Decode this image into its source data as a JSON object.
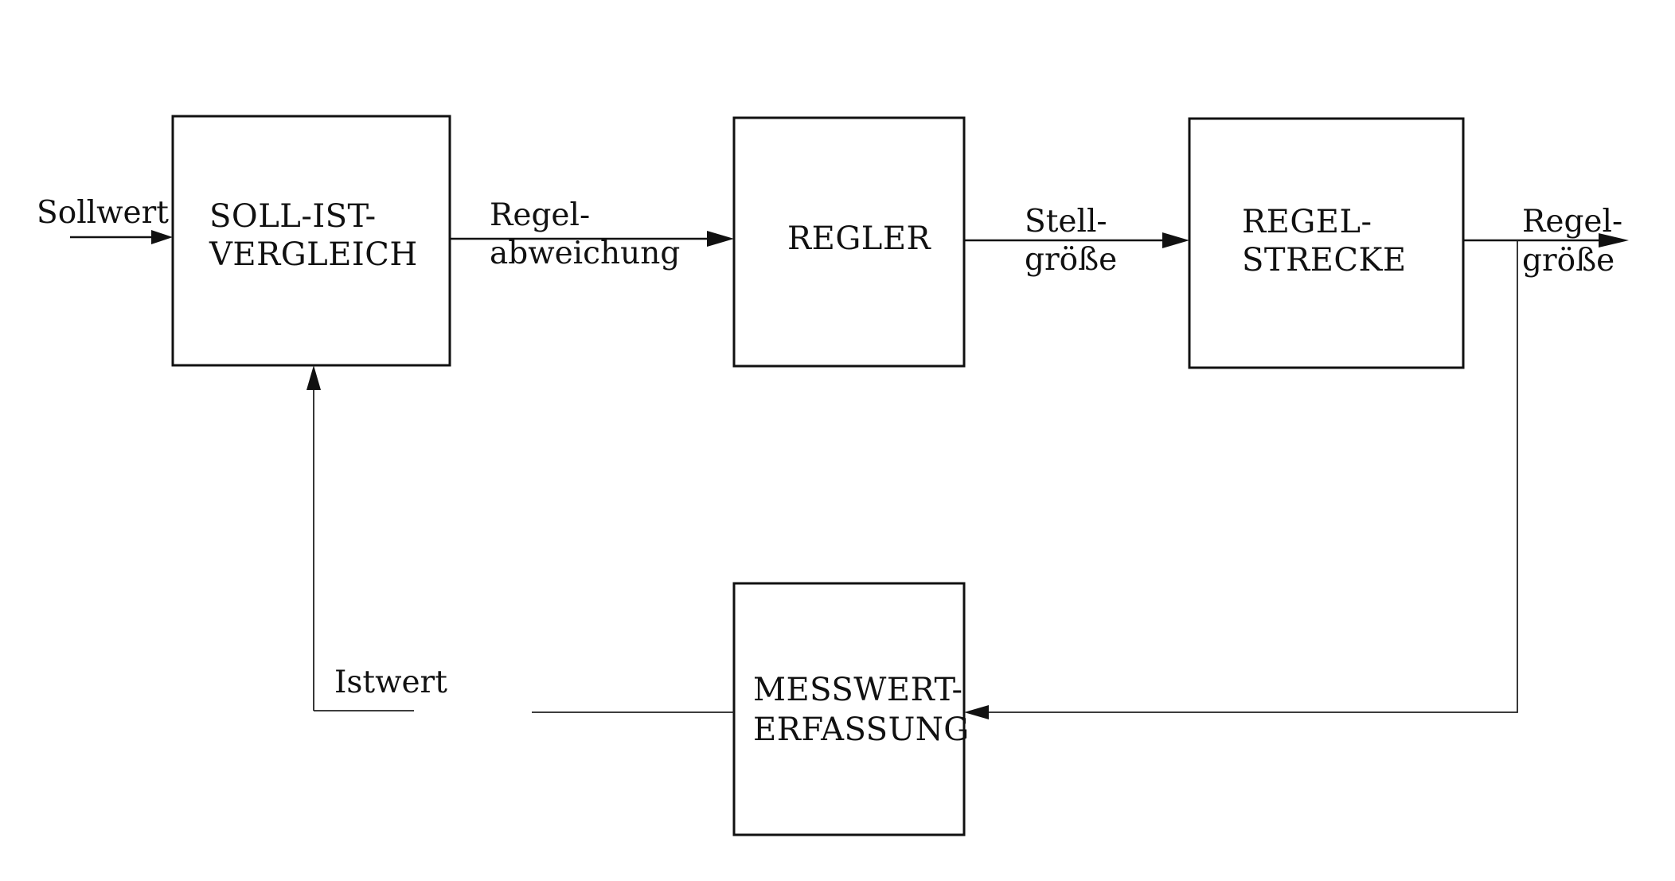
{
  "blocks": {
    "soll_ist_vergleich": {
      "line1": "SOLL-IST-",
      "line2": "VERGLEICH"
    },
    "regler": {
      "line1": "REGLER"
    },
    "regelstrecke": {
      "line1": "REGEL-",
      "line2": "STRECKE"
    },
    "messwerterfassung": {
      "line1": "MESSWERT-",
      "line2": "ERFASSUNG"
    }
  },
  "signals": {
    "sollwert": {
      "line1": "Sollwert"
    },
    "regelabweichung": {
      "line1": "Regel-",
      "line2": "abweichung"
    },
    "stellgroesse": {
      "line1": "Stell-",
      "line2": "größe"
    },
    "regelgroesse": {
      "line1": "Regel-",
      "line2": "größe"
    },
    "istwert": {
      "line1": "Istwert"
    }
  }
}
